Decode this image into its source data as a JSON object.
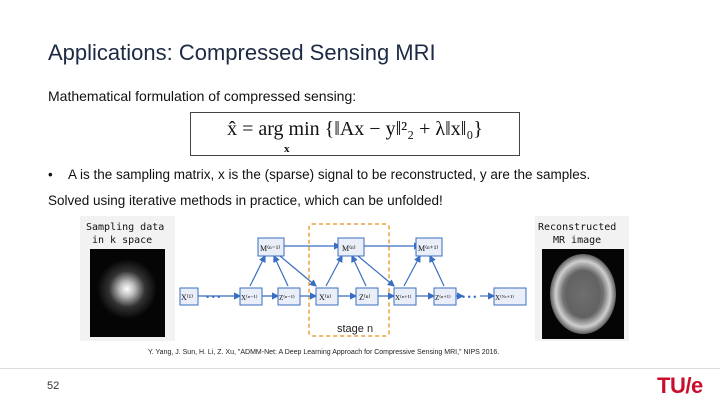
{
  "slide": {
    "title": "Applications: Compressed Sensing MRI",
    "subtitle": "Mathematical formulation of compressed sensing:",
    "equation": {
      "main": "x̂ = arg min {‖Ax − y‖²₂ + λ‖x‖₀}",
      "under": "x"
    },
    "bullet": "A is the sampling matrix, x is the (sparse) signal to be reconstructed, y are the samples.",
    "bullet_marker": "•",
    "solved": "Solved using iterative methods in practice, which can be unfolded!",
    "figure": {
      "left_label_line1": "Sampling data",
      "left_label_line2": "in k space",
      "right_label_line1": "Reconstructed",
      "right_label_line2": "MR image",
      "stage_label": "stage n",
      "top_nodes": [
        "M⁽ⁿ⁻¹⁾",
        "M⁽ⁿ⁾",
        "M⁽ⁿ⁺¹⁾"
      ],
      "bottom_nodes": [
        "X⁽¹⁾",
        "X⁽ⁿ⁻¹⁾",
        "Z⁽ⁿ⁻¹⁾",
        "X⁽ⁿ⁾",
        "Z⁽ⁿ⁾",
        "X⁽ⁿ⁺¹⁾",
        "Z⁽ⁿ⁺¹⁾",
        "X⁽ᴺˢ⁺¹⁾"
      ],
      "ellipsis": "• • •"
    },
    "citation": "Y. Yang, J. Sun, H. Li, Z. Xu, \"ADMM-Net: A Deep Learning Approach for Compressive Sensing MRI,\" NIPS 2016.",
    "page_number": "52",
    "logo": "TU/e",
    "colors": {
      "title": "#1c2a44",
      "node_fill": "#3a6ec2",
      "logo": "#c8102e",
      "stage_box": "#e8a23b"
    }
  }
}
